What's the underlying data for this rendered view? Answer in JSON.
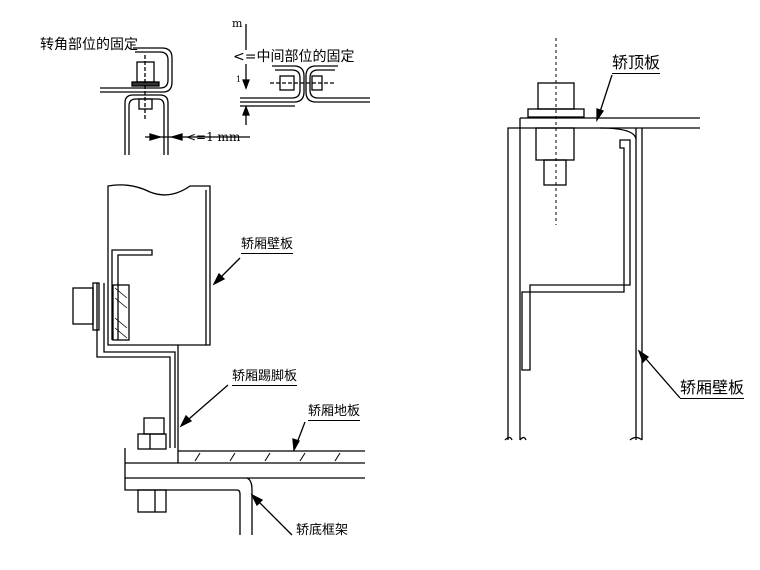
{
  "labels": {
    "corner_fixing": "转角部位的固定",
    "middle_fixing": "<=中间部位的固定",
    "dim_m": "m",
    "dim_1": "1",
    "gap": "<=1  mm",
    "car_wall_panel_left": "轿厢壁板",
    "kick_plate": "轿厢踢脚板",
    "car_floor": "轿厢地板",
    "car_bottom_frame": "轿底框架",
    "car_roof_panel": "轿顶板",
    "car_wall_panel_right": "轿厢壁板"
  },
  "colors": {
    "line": "#000000",
    "background": "#ffffff"
  }
}
